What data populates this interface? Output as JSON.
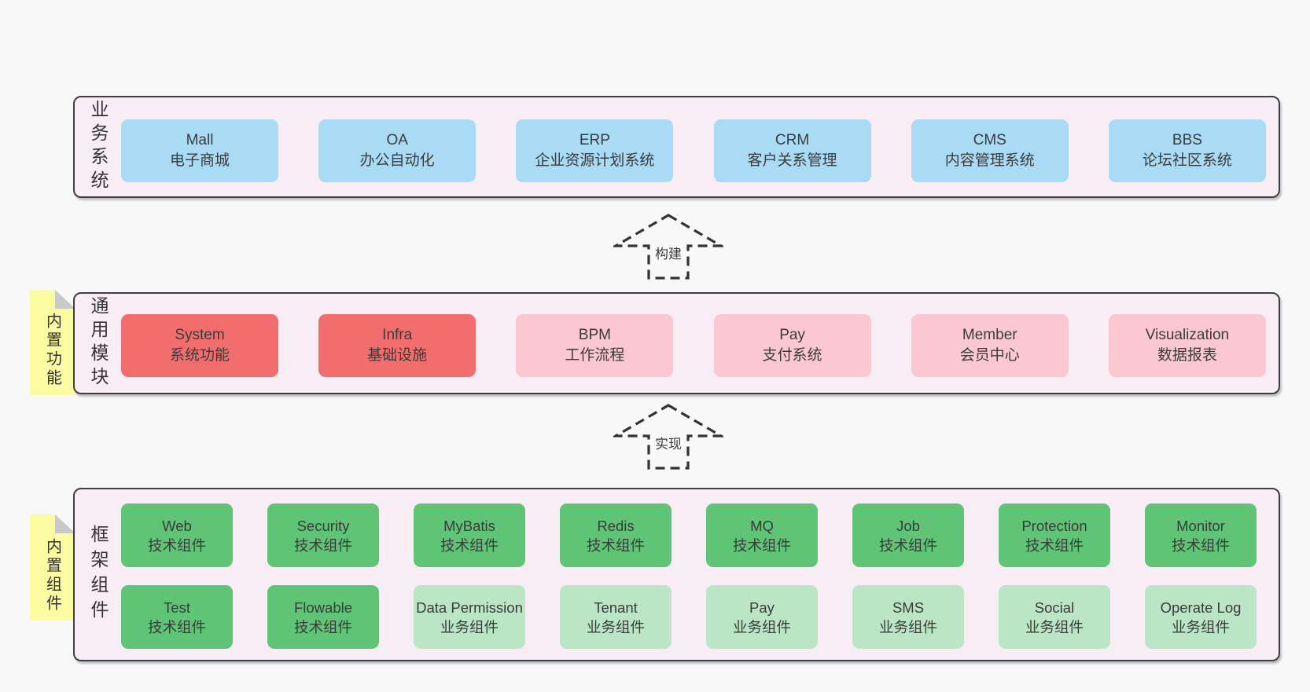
{
  "colors": {
    "page_background": "#f8f8f8",
    "layer_fill": "#f8edf5",
    "layer_border": "#3f3f3f",
    "blue_box": "#a9dbf5",
    "red_box": "#f26d6d",
    "pink_box": "#fbc8d2",
    "green_box": "#5fc475",
    "light_green_box": "#bae6c5",
    "note_yellow": "#fbfba2",
    "note_fold_gray": "#c9c9c9",
    "text": "#3b3b3b"
  },
  "arrows": {
    "build": "构建",
    "implement": "实现"
  },
  "layers": {
    "business": {
      "label": "业务系统",
      "boxes": [
        {
          "title": "Mall",
          "subtitle": "电子商城"
        },
        {
          "title": "OA",
          "subtitle": "办公自动化"
        },
        {
          "title": "ERP",
          "subtitle": "企业资源计划系统"
        },
        {
          "title": "CRM",
          "subtitle": "客户关系管理"
        },
        {
          "title": "CMS",
          "subtitle": "内容管理系统"
        },
        {
          "title": "BBS",
          "subtitle": "论坛社区系统"
        }
      ]
    },
    "modules": {
      "label": "通用模块",
      "note": "内置功能",
      "boxes": [
        {
          "title": "System",
          "subtitle": "系统功能"
        },
        {
          "title": "Infra",
          "subtitle": "基础设施"
        },
        {
          "title": "BPM",
          "subtitle": "工作流程"
        },
        {
          "title": "Pay",
          "subtitle": "支付系统"
        },
        {
          "title": "Member",
          "subtitle": "会员中心"
        },
        {
          "title": "Visualization",
          "subtitle": "数据报表"
        }
      ]
    },
    "components": {
      "label": "框架组件",
      "note": "内置组件",
      "row1": [
        {
          "title": "Web",
          "subtitle": "技术组件"
        },
        {
          "title": "Security",
          "subtitle": "技术组件"
        },
        {
          "title": "MyBatis",
          "subtitle": "技术组件"
        },
        {
          "title": "Redis",
          "subtitle": "技术组件"
        },
        {
          "title": "MQ",
          "subtitle": "技术组件"
        },
        {
          "title": "Job",
          "subtitle": "技术组件"
        },
        {
          "title": "Protection",
          "subtitle": "技术组件"
        },
        {
          "title": "Monitor",
          "subtitle": "技术组件"
        }
      ],
      "row2": [
        {
          "title": "Test",
          "subtitle": "技术组件"
        },
        {
          "title": "Flowable",
          "subtitle": "技术组件"
        },
        {
          "title": "Data Permission",
          "subtitle": "业务组件"
        },
        {
          "title": "Tenant",
          "subtitle": "业务组件"
        },
        {
          "title": "Pay",
          "subtitle": "业务组件"
        },
        {
          "title": "SMS",
          "subtitle": "业务组件"
        },
        {
          "title": "Social",
          "subtitle": "业务组件"
        },
        {
          "title": "Operate Log",
          "subtitle": "业务组件"
        }
      ]
    }
  }
}
